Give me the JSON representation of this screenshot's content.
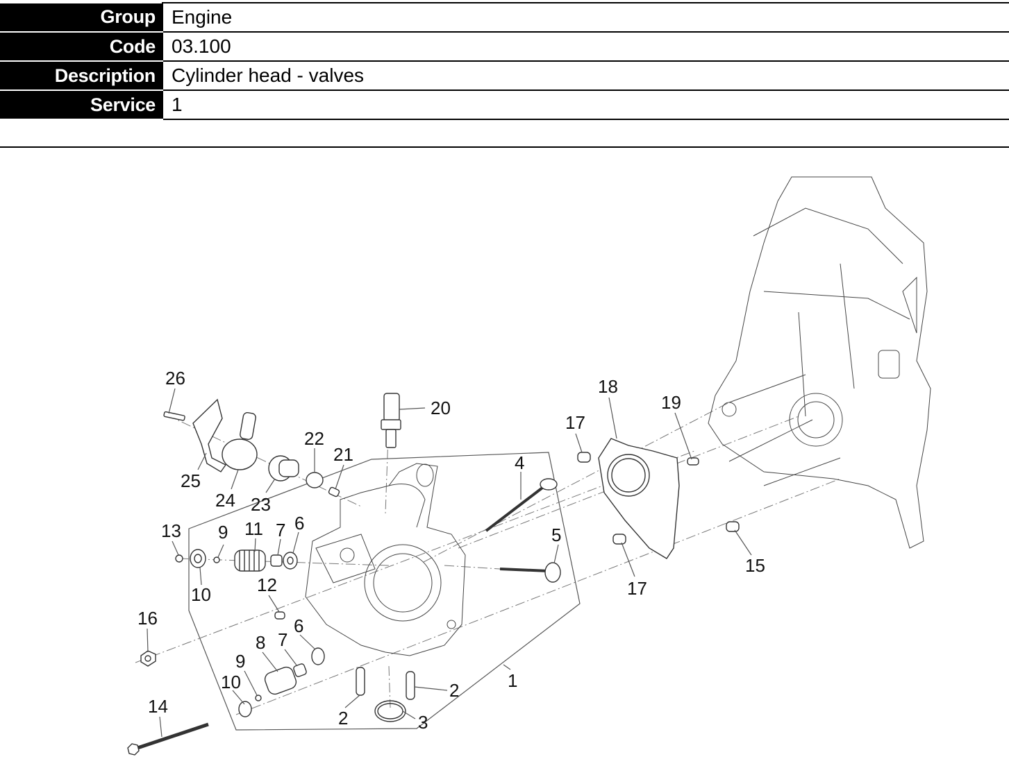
{
  "header": {
    "rows": [
      {
        "label": "Group",
        "value": "Engine"
      },
      {
        "label": "Code",
        "value": "03.100"
      },
      {
        "label": "Description",
        "value": "Cylinder head - valves"
      },
      {
        "label": "Service",
        "value": "1"
      }
    ]
  },
  "diagram": {
    "title": "Cylinder head - valves exploded view",
    "callouts": [
      "26",
      "20",
      "22",
      "21",
      "25",
      "24",
      "23",
      "4",
      "17",
      "18",
      "19",
      "13",
      "9",
      "11",
      "7",
      "6",
      "5",
      "10",
      "12",
      "17",
      "15",
      "16",
      "8",
      "7",
      "6",
      "9",
      "10",
      "2",
      "1",
      "14",
      "2",
      "3"
    ]
  }
}
